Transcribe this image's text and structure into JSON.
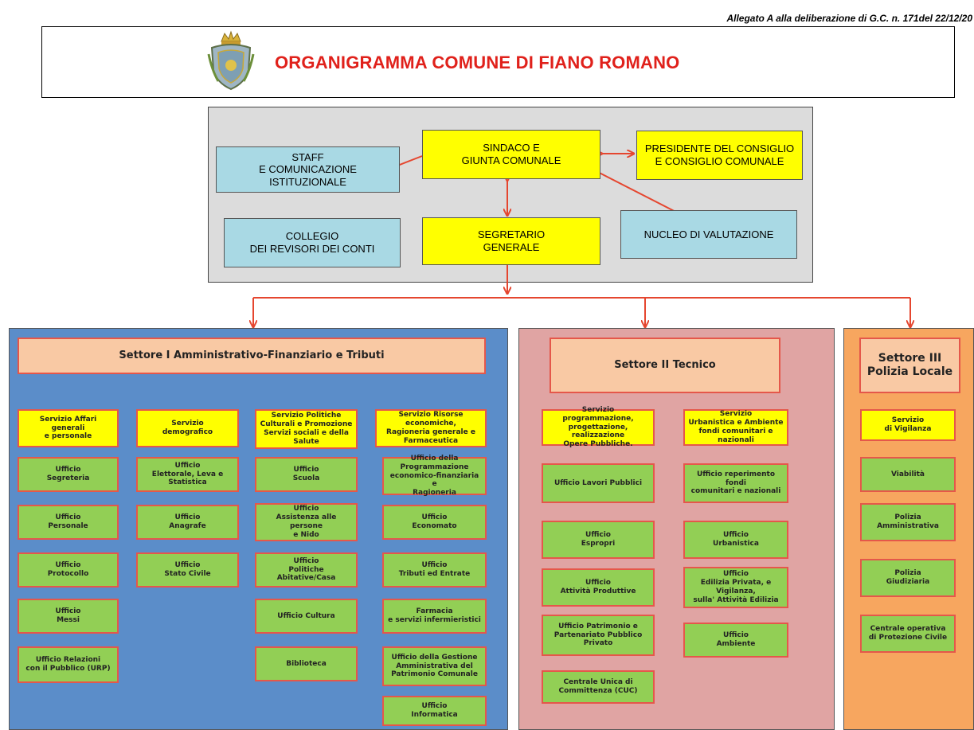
{
  "header": {
    "note": "Allegato A alla deliberazione di G.C. n. 171del 22/12/20",
    "title": "ORGANIGRAMMA COMUNE DI FIANO ROMANO"
  },
  "governance": {
    "sindaco": "SINDACO E\nGIUNTA COMUNALE",
    "presidente": "PRESIDENTE DEL CONSIGLIO\nE CONSIGLIO COMUNALE",
    "staff": "STAFF\nE COMUNICAZIONE\nISTITUZIONALE",
    "collegio": "COLLEGIO\nDEI REVISORI DEI CONTI",
    "segretario": "SEGRETARIO\nGENERALE",
    "nucleo": "NUCLEO DI VALUTAZIONE"
  },
  "sectors": {
    "s1": {
      "title": "Settore I Amministrativo-Finanziario e Tributi",
      "col1": {
        "service": "Servizio Affari generali\ne personale",
        "offices": [
          "Ufficio\nSegreteria",
          "Ufficio\nPersonale",
          "Ufficio\nProtocollo",
          "Ufficio\nMessi",
          "Ufficio Relazioni\ncon il Pubblico (URP)"
        ]
      },
      "col2": {
        "service": "Servizio\ndemografico",
        "offices": [
          "Ufficio\nElettorale, Leva e Statistica",
          "Ufficio\nAnagrafe",
          "Ufficio\nStato Civile"
        ]
      },
      "col3": {
        "service": "Servizio Politiche\nCulturali e Promozione\nServizi sociali e della Salute",
        "offices": [
          "Ufficio\nScuola",
          "Ufficio\nAssistenza alle persone\ne Nido",
          "Ufficio\nPolitiche Abitative/Casa",
          "Ufficio Cultura",
          "Biblioteca"
        ]
      },
      "col4": {
        "service": "Servizio Risorse economiche,\nRagioneria generale e\nFarmaceutica",
        "offices": [
          "Ufficio della Programmazione\neconomico-finanziaria e\nRagioneria",
          "Ufficio\nEconomato",
          "Ufficio\nTributi ed Entrate",
          "Farmacia\ne servizi infermieristici",
          "Ufficio della Gestione\nAmministrativa del\nPatrimonio Comunale",
          "Ufficio\nInformatica"
        ]
      }
    },
    "s2": {
      "title": "Settore II  Tecnico",
      "col1": {
        "service": "Servizio programmazione,\nprogettazione, realizzazione\nOpere Pubbliche.",
        "offices": [
          "Ufficio Lavori Pubblici",
          "Ufficio\nEspropri",
          "Ufficio\nAttività Produttive",
          "Ufficio Patrimonio e\nPartenariato Pubblico\nPrivato",
          "Centrale Unica di\nCommittenza  (CUC)"
        ]
      },
      "col2": {
        "service": "Servizio\nUrbanistica  e Ambiente\nfondi comunitari e nazionali",
        "offices": [
          "Ufficio reperimento fondi\ncomunitari e nazionali",
          "Ufficio\nUrbanistica",
          "Ufficio\nEdilizia Privata, e Vigilanza,\nsulla' Attività Edilizia",
          "Ufficio\nAmbiente"
        ]
      }
    },
    "s3": {
      "title": "Settore III\nPolizia Locale",
      "col1": {
        "service": "Servizio\ndi Vigilanza",
        "offices": [
          "Viabilità",
          "Polizia\nAmministrativa",
          "Polizia\nGiudiziaria",
          "Centrale operativa\ndi Protezione Civile"
        ]
      }
    }
  },
  "colors": {
    "arrow": "#e5462f",
    "connector": "#e5574a"
  }
}
